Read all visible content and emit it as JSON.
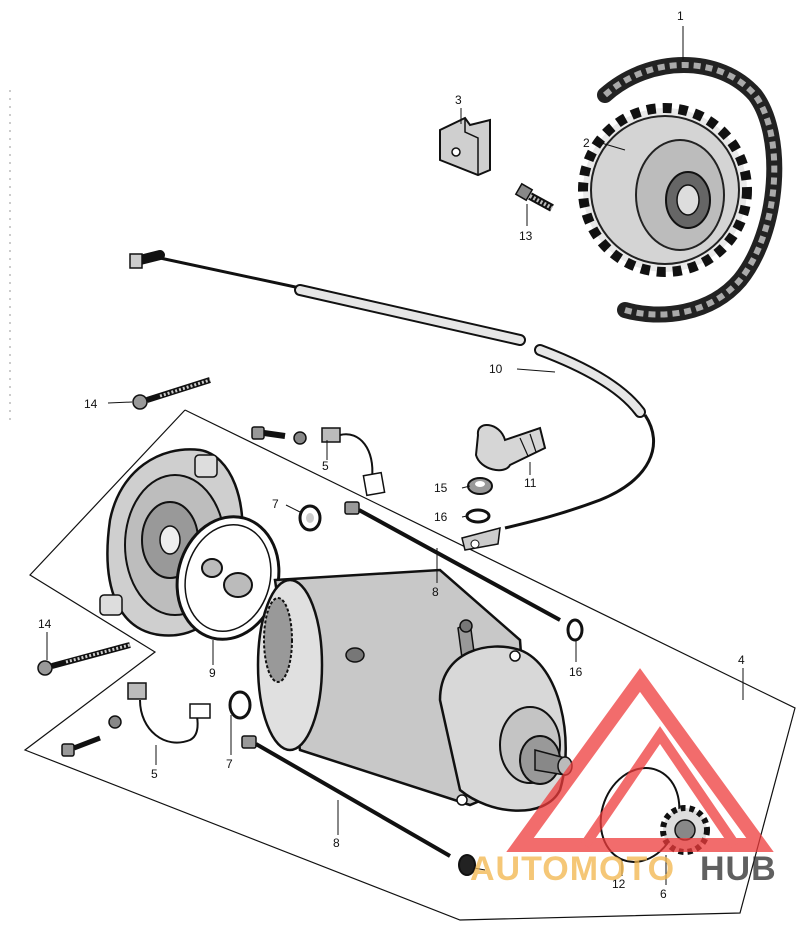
{
  "diagram": {
    "callouts": [
      "1",
      "2",
      "3",
      "13",
      "10",
      "14",
      "5",
      "15",
      "11",
      "16",
      "7",
      "8",
      "9",
      "4",
      "14",
      "5",
      "7",
      "8",
      "16",
      "12",
      "6"
    ]
  },
  "watermark": {
    "text_part1": "AUTOMOTO",
    "text_part2": "HUB",
    "color_part1": "#f2b54a",
    "color_part2": "#2b2b2b",
    "logo_color": "#ee3b3b"
  }
}
